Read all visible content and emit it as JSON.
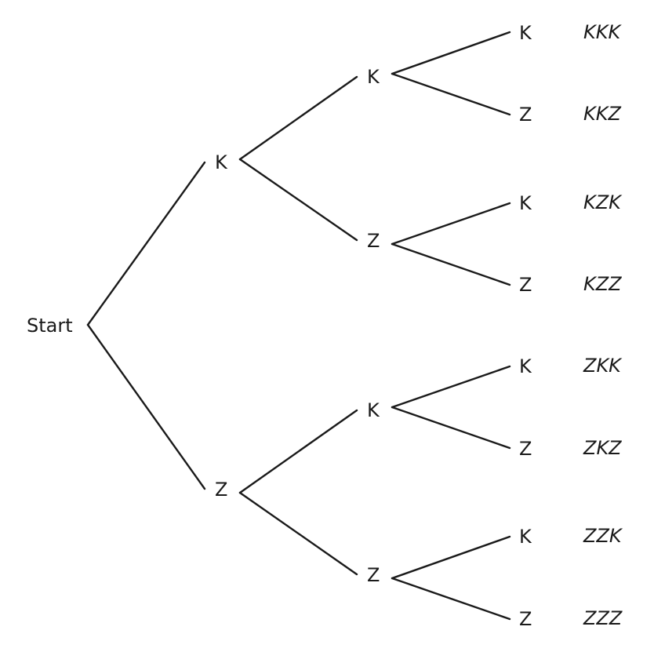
{
  "root": {
    "label": "Start"
  },
  "level1": [
    {
      "label": "K"
    },
    {
      "label": "Z"
    }
  ],
  "level2": [
    {
      "label": "K"
    },
    {
      "label": "Z"
    },
    {
      "label": "K"
    },
    {
      "label": "Z"
    }
  ],
  "level3": [
    {
      "label": "K",
      "outcome": "KKK"
    },
    {
      "label": "Z",
      "outcome": "KKZ"
    },
    {
      "label": "K",
      "outcome": "KZK"
    },
    {
      "label": "Z",
      "outcome": "KZZ"
    },
    {
      "label": "K",
      "outcome": "ZKK"
    },
    {
      "label": "Z",
      "outcome": "ZKZ"
    },
    {
      "label": "K",
      "outcome": "ZZK"
    },
    {
      "label": "Z",
      "outcome": "ZZZ"
    }
  ]
}
